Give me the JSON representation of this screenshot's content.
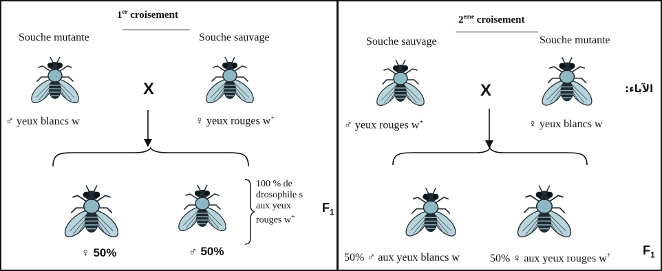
{
  "cross1": {
    "title_main": "1",
    "title_sup": "er",
    "title_rest": " croisement",
    "left_strain": "Souche mutante",
    "right_strain": "Souche sauvage",
    "cross_symbol": "X",
    "left_parent_text": "♂ yeux blancs w",
    "right_parent_text": "♀ yeux rouges w",
    "right_parent_sup": "+",
    "offspring_female": "♀ 50%",
    "offspring_male": "♂ 50%",
    "description": "100 % de drosophile s aux yeux rouges w",
    "description_sup": "+",
    "f1_letter": "F",
    "f1_sub": "1"
  },
  "cross2": {
    "title_main": "2",
    "title_sup": "eme",
    "title_rest": " croisement",
    "left_strain": "Souche sauvage",
    "right_strain": "Souche mutante",
    "cross_symbol": "X",
    "left_parent_text": "♂ yeux rouges w",
    "left_parent_sup": "+",
    "right_parent_text": "♀ yeux blancs w",
    "arabic_label": "الآباء:",
    "offspring_male": "50% ♂ aux yeux blancs w",
    "offspring_female": "50% ♀ aux yeux rouges w",
    "offspring_female_sup": "+",
    "f1_letter": "F",
    "f1_sub": "1"
  },
  "colors": {
    "border": "#111111",
    "fly_body": "#1f2a33",
    "fly_eye": "#0d1418",
    "fly_wing": "#b9d3dc",
    "fly_thorax": "#8fb7c4"
  },
  "icons": {
    "fly": "drosophila-fly-icon",
    "arrow": "arrow-down-icon",
    "brace": "curly-brace-icon"
  }
}
